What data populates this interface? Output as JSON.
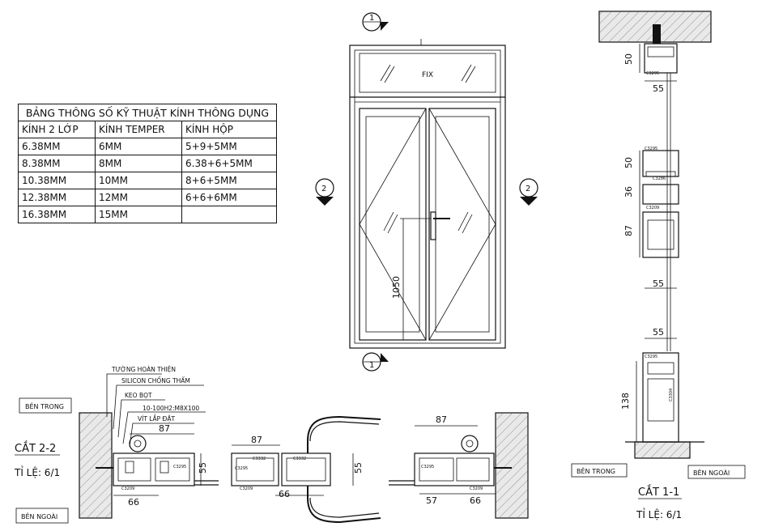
{
  "spec_table": {
    "title": "BẢNG THÔNG SỐ KỸ THUẬT KÍNH  THÔNG DỤNG",
    "headers": [
      "KÍNH 2 LỚP",
      "KÍNH TEMPER",
      "KÍNH HỘP"
    ],
    "rows": [
      [
        "6.38MM",
        "6MM",
        "5+9+5MM"
      ],
      [
        "8.38MM",
        "8MM",
        "6.38+6+5MM"
      ],
      [
        "10.38MM",
        "10MM",
        "8+6+5MM"
      ],
      [
        "12.38MM",
        "12MM",
        "6+6+6MM"
      ],
      [
        "16.38MM",
        "15MM",
        ""
      ]
    ]
  },
  "elevation": {
    "fix_label": "FIX",
    "handle_height": "1050",
    "section_marks": [
      "1",
      "1",
      "2",
      "2"
    ]
  },
  "section_2_2": {
    "title": "CẮT 2-2",
    "scale": "TỈ LỆ: 6/1",
    "inside_label": "BÊN TRONG",
    "outside_label": "BÊN NGOÀI",
    "callouts": [
      "TƯỜNG HOÀN THIỆN",
      "SILICON CHỐNG THẤM",
      "KEO BỌT",
      "10-100H2:M8X100",
      "VÍT LẮP ĐẶT"
    ],
    "dims": [
      "87",
      "55",
      "66",
      "87",
      "66",
      "55",
      "87",
      "57",
      "66"
    ],
    "profile_codes": [
      "C3295",
      "C3209",
      "C3332",
      "C3332",
      "C3295",
      "C3209",
      "C3295",
      "C3209"
    ]
  },
  "section_1_1": {
    "title": "CẮT 1-1",
    "scale": "TỈ LỆ: 6/1",
    "inside_label": "BÊN TRONG",
    "outside_label": "BÊN NGOÀI",
    "dims": [
      "50",
      "55",
      "50",
      "36",
      "87",
      "55",
      "55",
      "138"
    ],
    "profile_codes": [
      "C3295",
      "C3295",
      "C3286",
      "C3209",
      "C3295",
      "C3304"
    ]
  }
}
